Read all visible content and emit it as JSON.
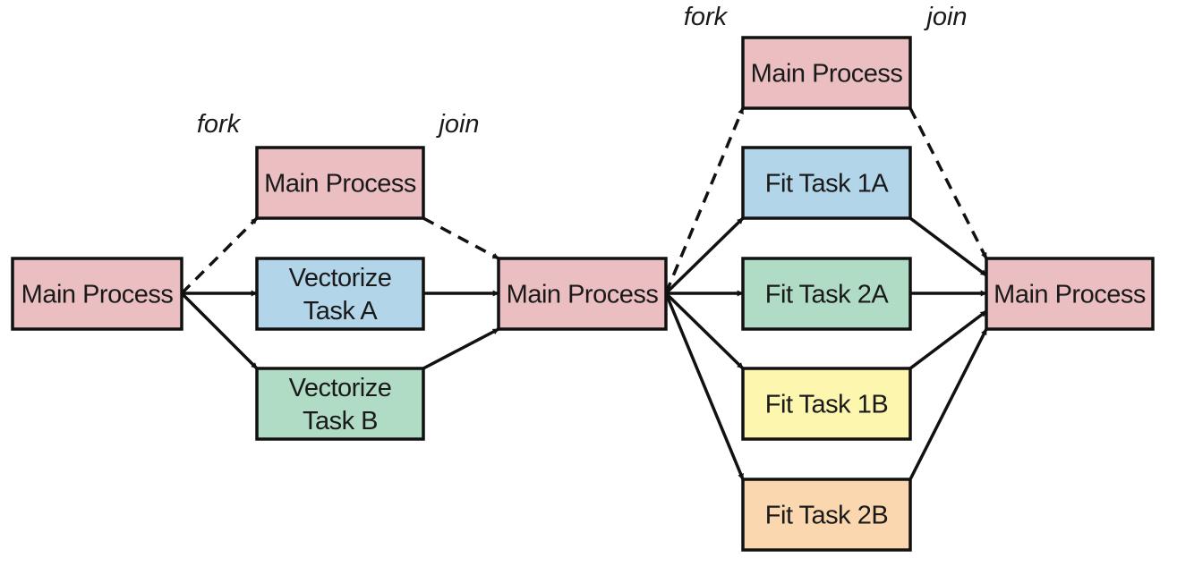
{
  "diagram": {
    "labels": [
      {
        "id": "fork1",
        "text": "fork"
      },
      {
        "id": "join1",
        "text": "join"
      },
      {
        "id": "fork2",
        "text": "fork"
      },
      {
        "id": "join2",
        "text": "join"
      }
    ],
    "nodes": [
      {
        "id": "main-1",
        "lines": [
          "Main Process"
        ],
        "color": "#ebbfc2"
      },
      {
        "id": "main-2",
        "lines": [
          "Main Process"
        ],
        "color": "#ebbfc2"
      },
      {
        "id": "vec-a",
        "lines": [
          "Vectorize",
          "Task A"
        ],
        "color": "#b2d5ea"
      },
      {
        "id": "vec-b",
        "lines": [
          "Vectorize",
          "Task B"
        ],
        "color": "#b0dcc6"
      },
      {
        "id": "main-3",
        "lines": [
          "Main Process"
        ],
        "color": "#ebbfc2"
      },
      {
        "id": "main-4",
        "lines": [
          "Main Process"
        ],
        "color": "#ebbfc2"
      },
      {
        "id": "fit-1a",
        "lines": [
          "Fit Task 1A"
        ],
        "color": "#b2d5ea"
      },
      {
        "id": "fit-2a",
        "lines": [
          "Fit Task 2A"
        ],
        "color": "#b0dcc6"
      },
      {
        "id": "fit-1b",
        "lines": [
          "Fit Task 1B"
        ],
        "color": "#fdf6ae"
      },
      {
        "id": "fit-2b",
        "lines": [
          "Fit Task 2B"
        ],
        "color": "#fbd7b0"
      },
      {
        "id": "main-5",
        "lines": [
          "Main Process"
        ],
        "color": "#ebbfc2"
      }
    ],
    "edges": [
      {
        "from": "main-1",
        "to": "main-2",
        "style": "dashed"
      },
      {
        "from": "main-1",
        "to": "vec-a",
        "style": "solid"
      },
      {
        "from": "main-1",
        "to": "vec-b",
        "style": "solid"
      },
      {
        "from": "main-2",
        "to": "main-3",
        "style": "dashed"
      },
      {
        "from": "vec-a",
        "to": "main-3",
        "style": "solid"
      },
      {
        "from": "vec-b",
        "to": "main-3",
        "style": "solid"
      },
      {
        "from": "main-3",
        "to": "main-4",
        "style": "dashed"
      },
      {
        "from": "main-3",
        "to": "fit-1a",
        "style": "solid"
      },
      {
        "from": "main-3",
        "to": "fit-2a",
        "style": "solid"
      },
      {
        "from": "main-3",
        "to": "fit-1b",
        "style": "solid"
      },
      {
        "from": "main-3",
        "to": "fit-2b",
        "style": "solid"
      },
      {
        "from": "main-4",
        "to": "main-5",
        "style": "dashed"
      },
      {
        "from": "fit-1a",
        "to": "main-5",
        "style": "solid"
      },
      {
        "from": "fit-2a",
        "to": "main-5",
        "style": "solid"
      },
      {
        "from": "fit-1b",
        "to": "main-5",
        "style": "solid"
      },
      {
        "from": "fit-2b",
        "to": "main-5",
        "style": "solid"
      }
    ]
  }
}
